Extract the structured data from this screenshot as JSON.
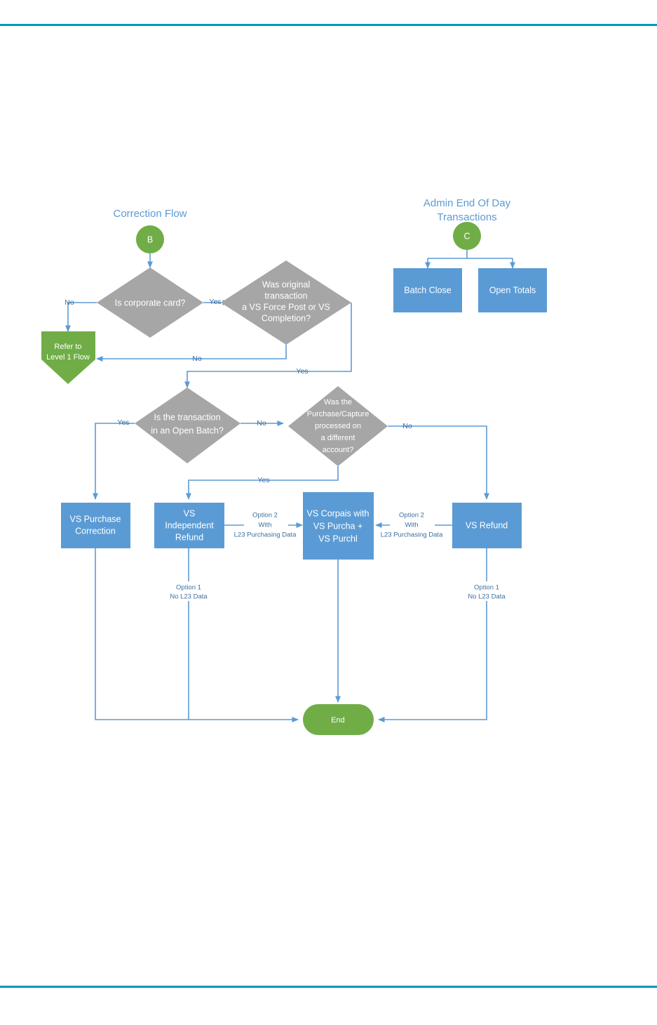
{
  "page": {
    "rule_color": "#0099B8",
    "background": "#ffffff"
  },
  "theme": {
    "accent_blue": "#5B9BD5",
    "decision_gray": "#A6A6A6",
    "terminator_green": "#70AD47",
    "connector_blue": "#5B9BD5",
    "edge_label_color": "#3E6E9E"
  },
  "sections": {
    "correction_flow_title": "Correction Flow",
    "admin_eod_title_line1": "Admin End Of Day",
    "admin_eod_title_line2": "Transactions"
  },
  "nodes": {
    "start_b": {
      "label": "B"
    },
    "start_c": {
      "label": "C"
    },
    "decision_corporate_card": {
      "label": "Is corporate card?"
    },
    "decision_original_txn": {
      "line1": "Was original",
      "line2": "transaction",
      "line3": "a VS Force Post or VS",
      "line4": "Completion?"
    },
    "decision_open_batch": {
      "line1": "Is the transaction",
      "line2": "in an Open Batch?"
    },
    "decision_different_account": {
      "line1": "Was the",
      "line2": "Purchase/Capture",
      "line3": "processed on",
      "line4": "a different",
      "line5": "account?"
    },
    "refer_level1": {
      "line1": "Refer to",
      "line2": "Level 1 Flow"
    },
    "batch_close": {
      "label": "Batch Close"
    },
    "open_totals": {
      "label": "Open Totals"
    },
    "vs_purchase_correction": {
      "line1": "VS Purchase",
      "line2": "Correction"
    },
    "vs_independent_refund": {
      "line1": "VS",
      "line2": "Independent",
      "line3": "Refund"
    },
    "vs_corpais": {
      "line1": "VS Corpais with",
      "line2": "VS Purcha +",
      "line3": "VS Purchl"
    },
    "vs_refund": {
      "label": "VS Refund"
    },
    "end": {
      "label": "End"
    }
  },
  "edge_labels": {
    "corporate_card_no": "No",
    "corporate_card_yes": "Yes",
    "original_txn_no": "No",
    "original_txn_yes": "Yes",
    "open_batch_yes": "Yes",
    "open_batch_no": "No",
    "different_account_yes": "Yes",
    "different_account_no": "No",
    "left_option2_line1": "Option 2",
    "left_option2_line2": "With",
    "left_option2_line3": "L23 Purchasing Data",
    "right_option2_line1": "Option 2",
    "right_option2_line2": "With",
    "right_option2_line3": "L23 Purchasing Data",
    "left_option1_line1": "Option 1",
    "left_option1_line2": "No L23 Data",
    "right_option1_line1": "Option 1",
    "right_option1_line2": "No L23 Data"
  }
}
